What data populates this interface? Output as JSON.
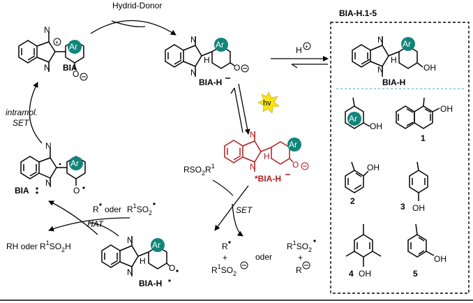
{
  "labels": {
    "hydrid_donor": "Hydrid-Donor",
    "bia_h_box_title": "BIA-H.1-5",
    "h_plus": "H",
    "h_plus_sup": "⊕",
    "bia": "BIA",
    "bia_minus": "BIA-H",
    "bia_h": "BIA-H",
    "bia_radical": "BIA",
    "star_bia": "*BIA-H",
    "bia_h_rad": "BIA-H",
    "hv": "hv",
    "intramol_set_1": "intramol.",
    "intramol_set_2": "SET",
    "rso2r1": "RSO",
    "rso2r1_sub": "2",
    "rso2r1_r": "R",
    "rso2r1_sup": "1",
    "set": "SET",
    "hat": "HAT",
    "radicals": "R",
    "oder": "oder",
    "r1so2": "R",
    "rh_oder": "RH oder R",
    "rh_sup": "1",
    "rh_tail": "SO",
    "rh_sub": "2",
    "rh_end": "H",
    "prod_r": "R",
    "prod_plus1": "+",
    "prod_plus2": "+",
    "prod_oder": "oder",
    "prod_r1so2": "R",
    "prod_r1so2_sup": "1",
    "prod_r1so2_tail": "SO",
    "prod_r1so2_sub": "2",
    "prod_r1so2b": "R",
    "prod_r1so2b_sup": "1",
    "prod_r1so2b_tail": "SO",
    "prod_r1so2b_sub": "2",
    "prod_r_minus": "R",
    "ar": "Ar",
    "oh": "OH",
    "o_minus": "O",
    "h": "H",
    "n1": "1",
    "n2": "2",
    "n3": "3",
    "n4": "4",
    "n5": "5"
  },
  "colors": {
    "highlight": "#b01c1c",
    "ar_fill": "#12857a",
    "hv_burst": "#f7e21a",
    "divider": "#4aa3c7"
  }
}
